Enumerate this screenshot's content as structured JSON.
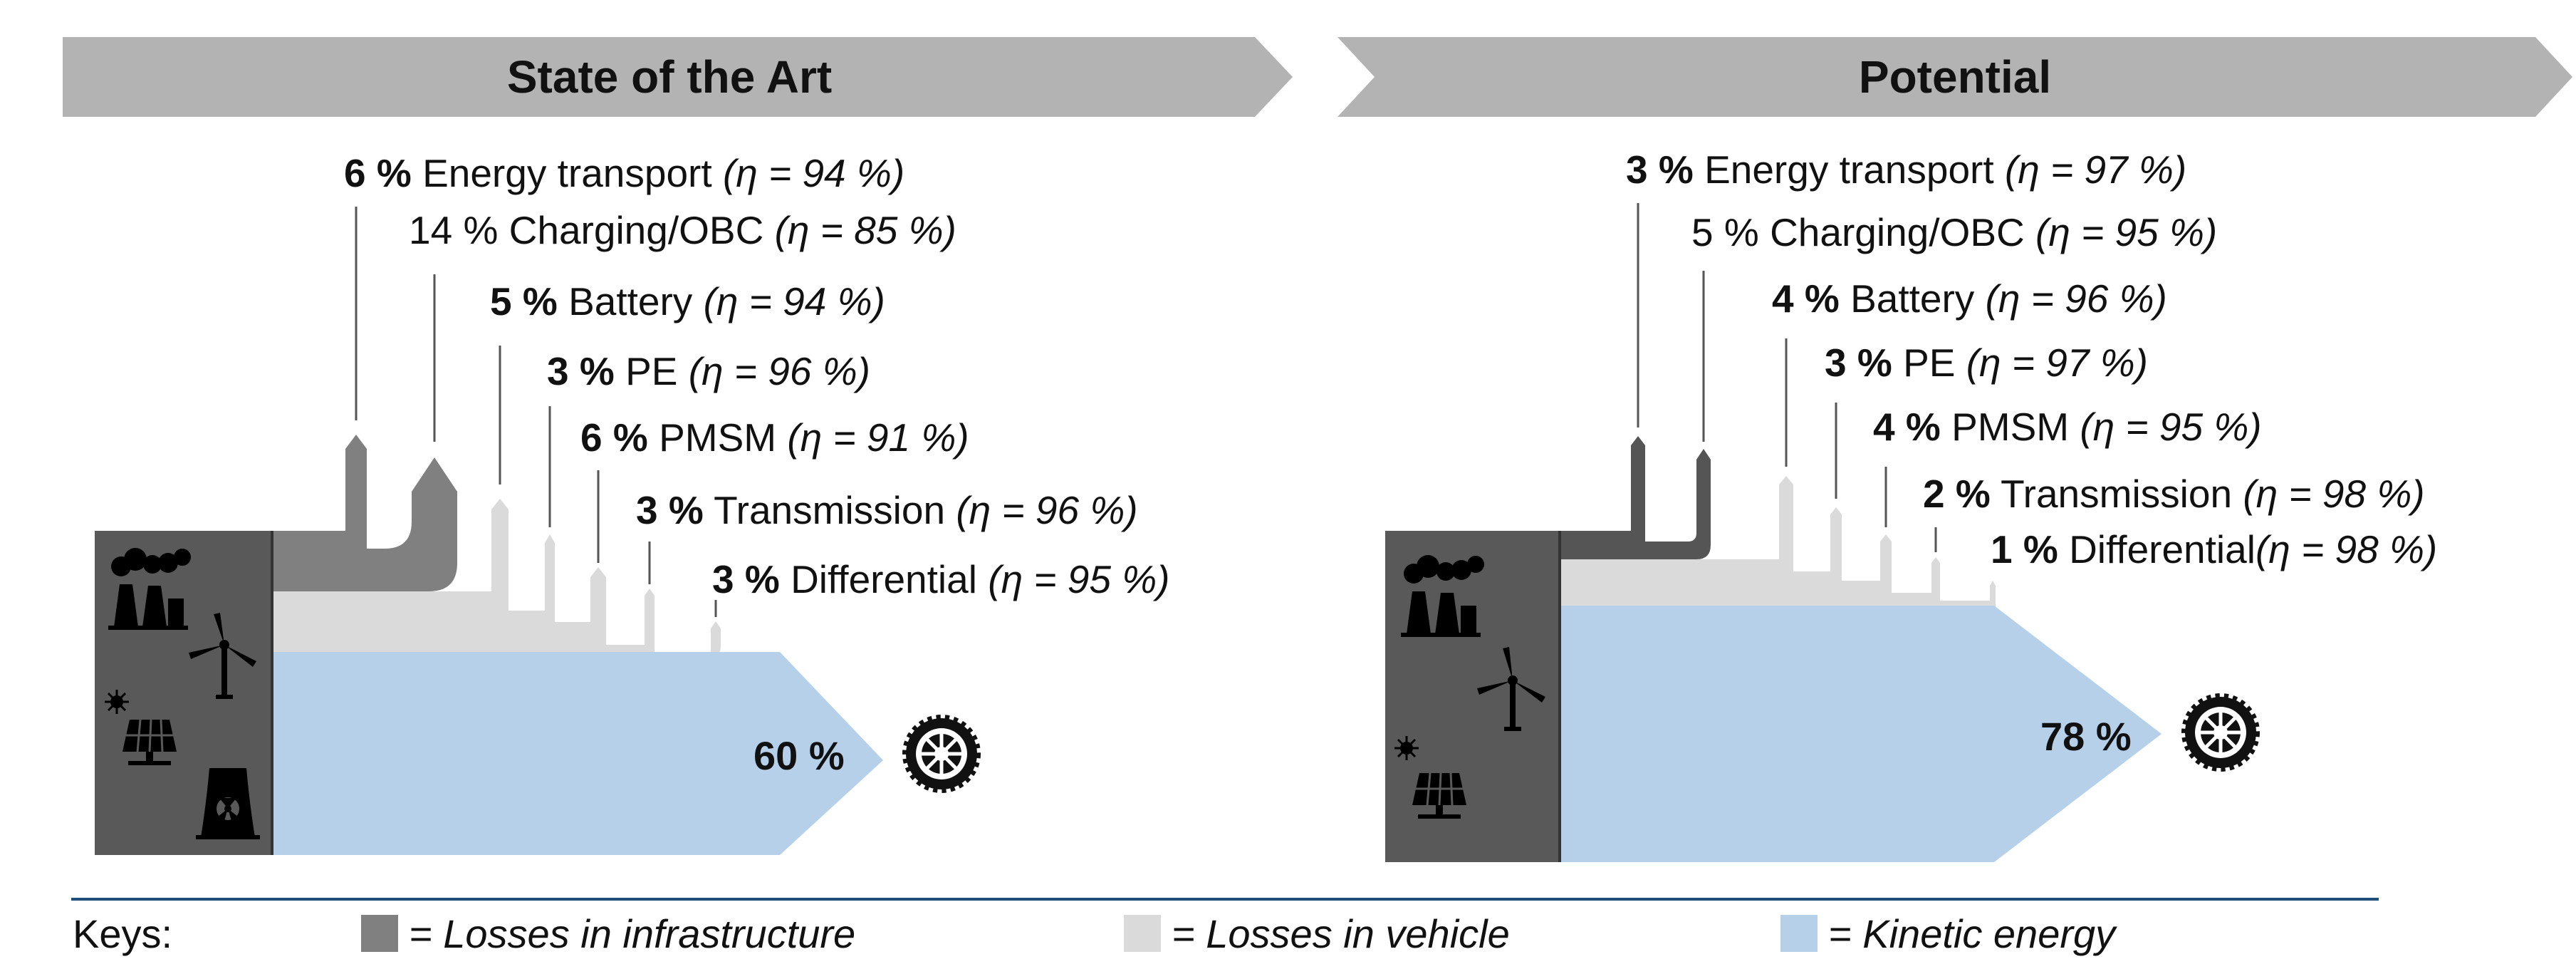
{
  "colors": {
    "infrastructure": "#808080",
    "vehicle": "#dadada",
    "kinetic": "#b7d0ea",
    "source_box": "#595959",
    "header": "#b3b3b3",
    "rule": "#1f4e79"
  },
  "panels": [
    {
      "title": "State of the Art",
      "kinetic_label": "60 %",
      "losses": [
        {
          "pct": "6 %",
          "pct_bold": true,
          "name": "Energy transport",
          "eta": "(η = 94 %)",
          "type": "infrastructure"
        },
        {
          "pct": "14 %",
          "pct_bold": false,
          "name": "Charging/OBC",
          "eta": "(η = 85 %)",
          "type": "infrastructure"
        },
        {
          "pct": "5 %",
          "pct_bold": true,
          "name": "Battery",
          "eta": "(η = 94 %)",
          "type": "vehicle"
        },
        {
          "pct": "3 %",
          "pct_bold": true,
          "name": "PE",
          "eta": "(η = 96 %)",
          "type": "vehicle"
        },
        {
          "pct": "6 %",
          "pct_bold": true,
          "name": "PMSM",
          "eta": "(η = 91 %)",
          "type": "vehicle"
        },
        {
          "pct": "3 %",
          "pct_bold": true,
          "name": "Transmission",
          "eta": "(η = 96 %)",
          "type": "vehicle"
        },
        {
          "pct": "3 %",
          "pct_bold": true,
          "name": "Differential",
          "eta": "(η = 95 %)",
          "type": "vehicle"
        }
      ]
    },
    {
      "title": "Potential",
      "kinetic_label": "78 %",
      "losses": [
        {
          "pct": "3 %",
          "pct_bold": true,
          "name": "Energy transport",
          "eta": "(η = 97 %)",
          "type": "infrastructure"
        },
        {
          "pct": "5 %",
          "pct_bold": false,
          "name": "Charging/OBC",
          "eta": "(η = 95 %)",
          "type": "infrastructure"
        },
        {
          "pct": "4 %",
          "pct_bold": true,
          "name": "Battery",
          "eta": "(η = 96 %)",
          "type": "vehicle"
        },
        {
          "pct": "3 %",
          "pct_bold": true,
          "name": "PE",
          "eta": "(η = 97 %)",
          "type": "vehicle"
        },
        {
          "pct": "4 %",
          "pct_bold": true,
          "name": "PMSM",
          "eta": "(η = 95 %)",
          "type": "vehicle"
        },
        {
          "pct": "2 %",
          "pct_bold": true,
          "name": "Transmission",
          "eta": "(η = 98 %)",
          "type": "vehicle"
        },
        {
          "pct": "1 %",
          "pct_bold": true,
          "name": "Differential",
          "eta": "(η = 98 %)",
          "type": "vehicle"
        }
      ]
    }
  ],
  "keys": {
    "label": "Keys:",
    "items": [
      {
        "text": "= Losses in infrastructure",
        "type": "infrastructure"
      },
      {
        "text": "= Losses in vehicle",
        "type": "vehicle"
      },
      {
        "text": "= Kinetic energy",
        "type": "kinetic"
      }
    ]
  },
  "icons": [
    "power-plant-icon",
    "wind-turbine-icon",
    "sun-icon",
    "solar-panel-icon",
    "nuclear-plant-icon",
    "wheel-icon"
  ]
}
